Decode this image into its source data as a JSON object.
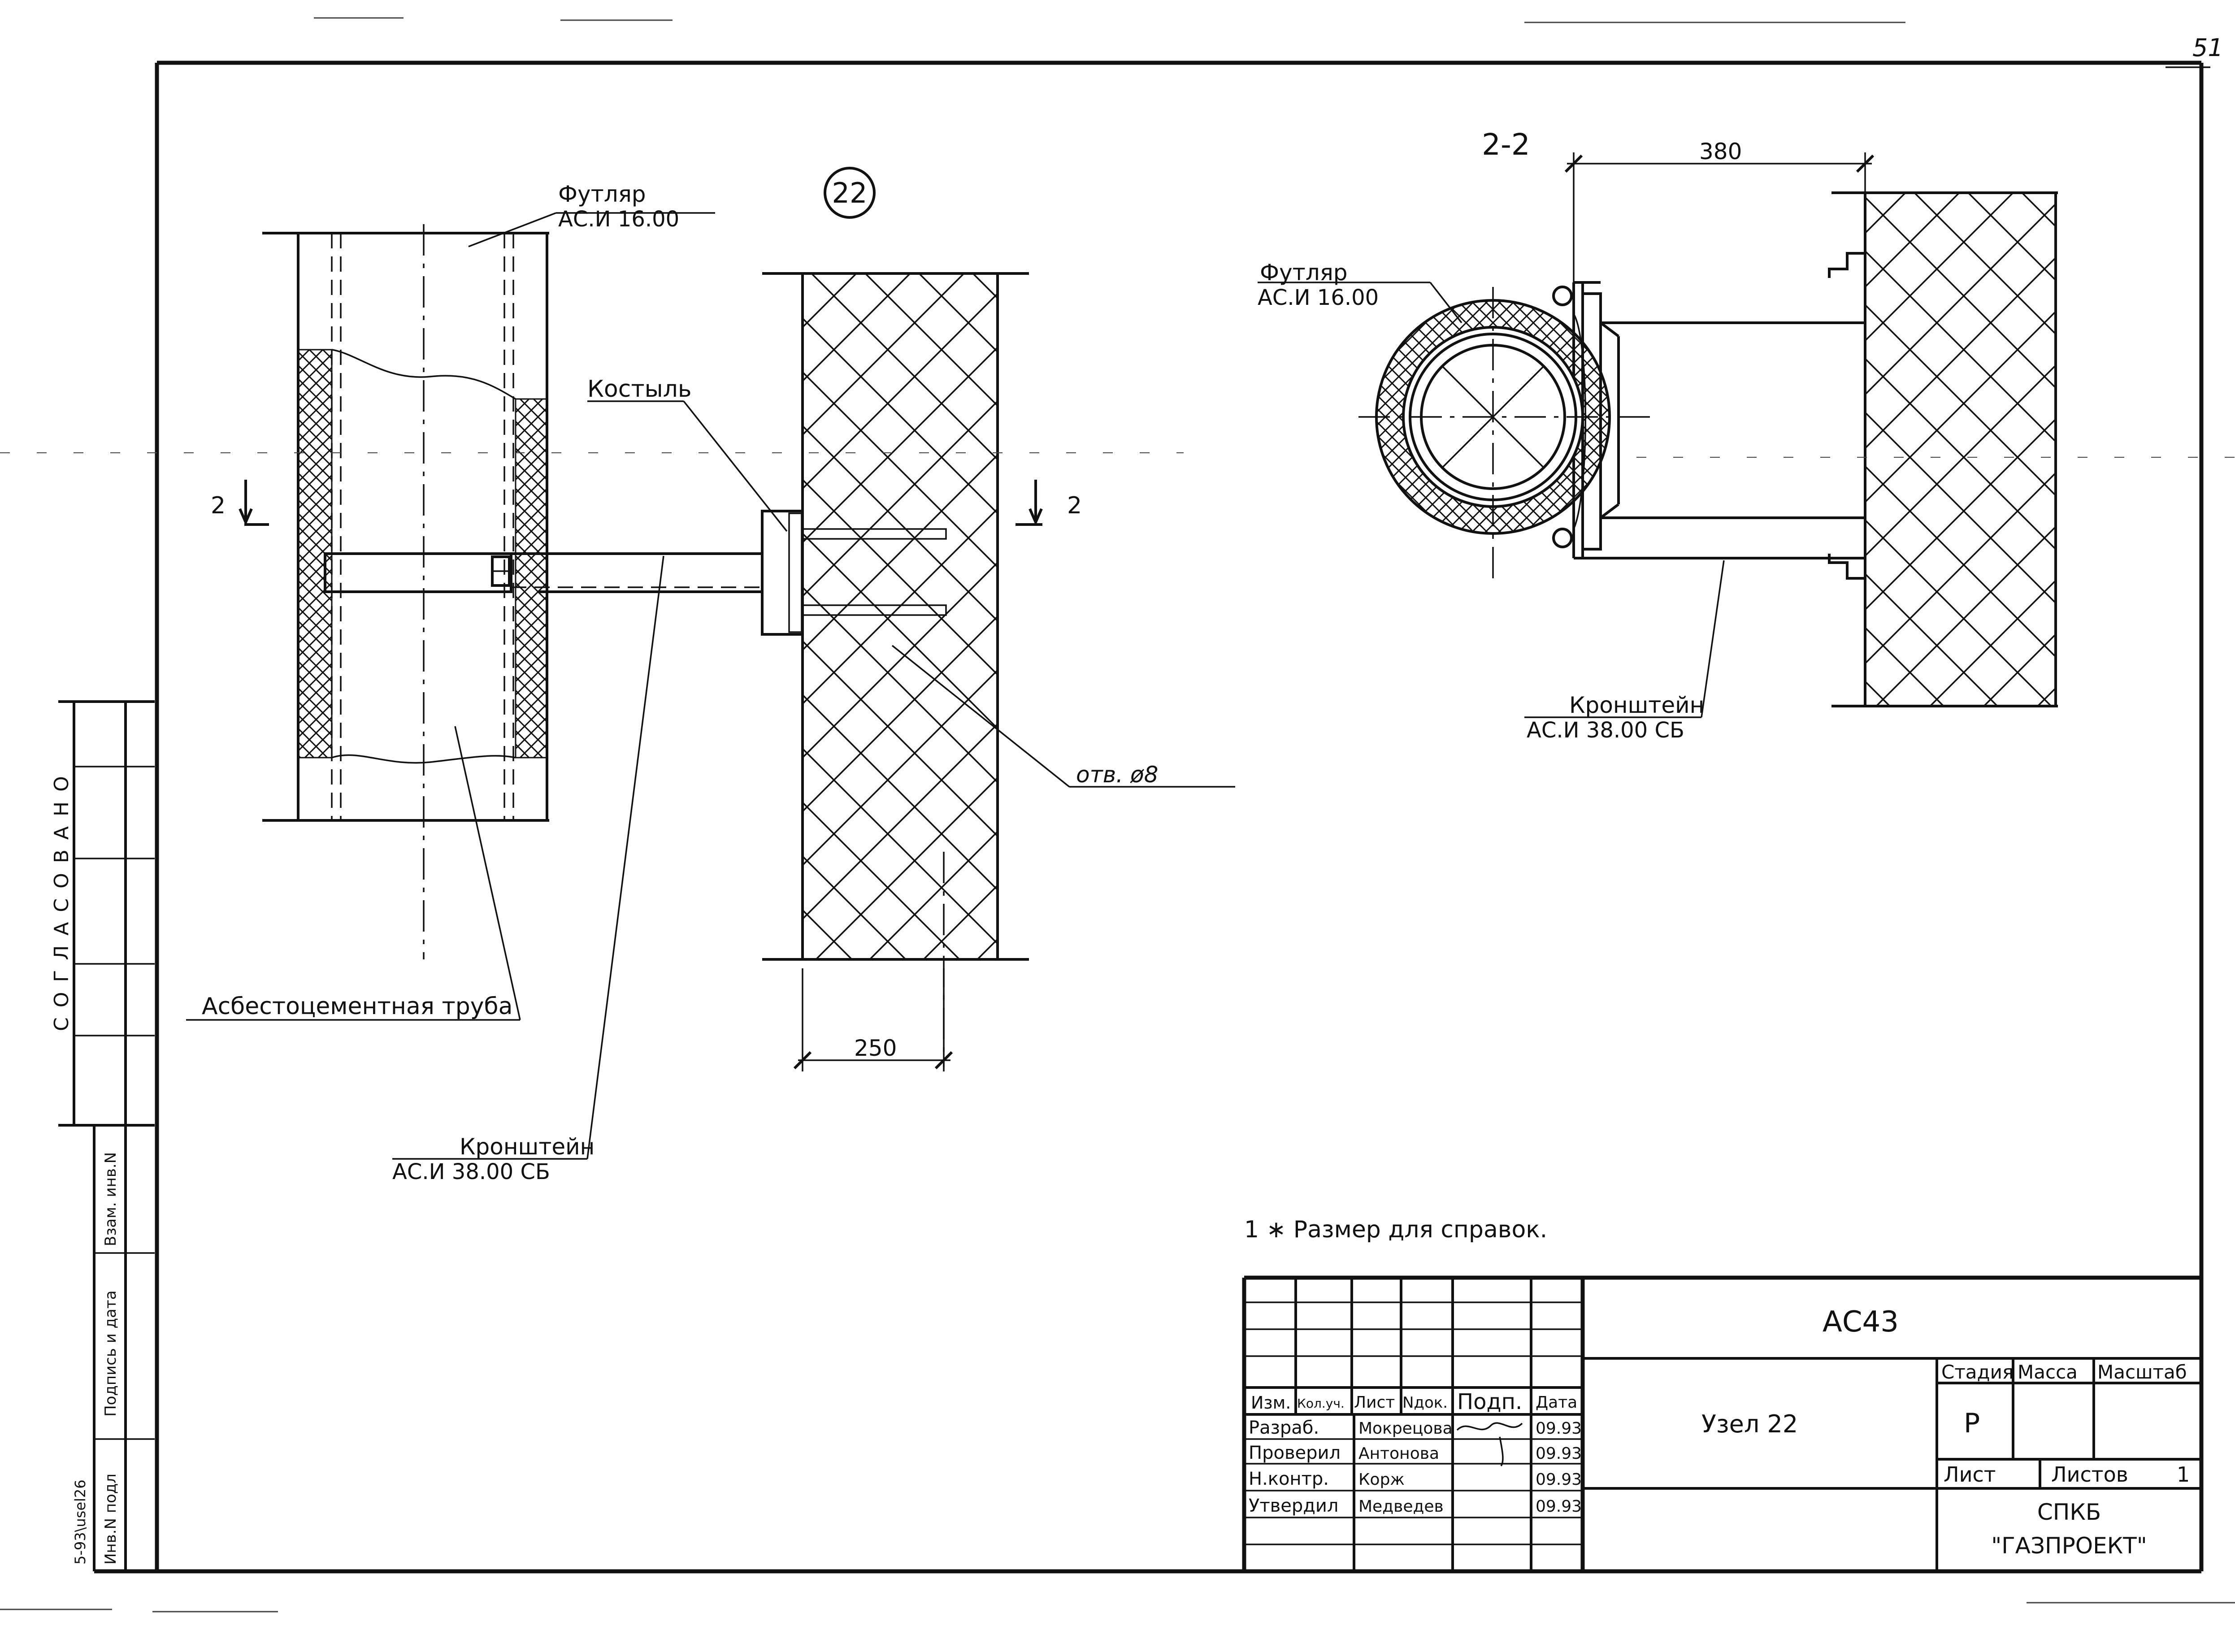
{
  "sheet_number": "51",
  "node_number": "22",
  "labels": {
    "futlyar_left": "Футляр",
    "futlyar_left_code": "АС.И 16.00",
    "kostyl": "Костыль",
    "otv": "отв. ø8",
    "asbest": "Асбестоцементная труба",
    "kronshtein_left": "Кронштейн",
    "kronshtein_left_code": "АС.И 38.00 СБ",
    "section_mark_left": "2",
    "section_mark_right": "2",
    "dim_250": "250",
    "section_title": "2-2",
    "dim_380": "380",
    "futlyar_right": "Футляр",
    "futlyar_right_code": "АС.И 16.00",
    "kronshtein_right": "Кронштейн",
    "kronshtein_right_code": "АС.И 38.00 СБ",
    "note": "1 ∗ Размер для справок."
  },
  "side_stamp": {
    "soglasovano": "СОГЛАСОВАНО",
    "vzam_inv": "Взам. инв.N",
    "podpis_data": "Подпись и дата",
    "inv_podl": "Инв.N подл",
    "file_ref": "5-93\\usel26"
  },
  "title_block": {
    "doc_code": "АС43",
    "title": "Узел 22",
    "header": {
      "izm": "Изм.",
      "kol": "Кол.уч.",
      "list": "Лист",
      "ndok": "Nдок.",
      "podp": "Подп.",
      "data": "Дата"
    },
    "rows": [
      {
        "role": "Разраб.",
        "name": "Мокрецова",
        "date": "09.93"
      },
      {
        "role": "Проверил",
        "name": "Антонова",
        "date": "09.93"
      },
      {
        "role": "Н.контр.",
        "name": "Корж",
        "date": "09.93"
      },
      {
        "role": "Утвердил",
        "name": "Медведев",
        "date": "09.93"
      }
    ],
    "stage_label": "Стадия",
    "mass_label": "Масса",
    "scale_label": "Масштаб",
    "stage_value": "Р",
    "sheet_label": "Лист",
    "sheets_label": "Листов",
    "sheets_value": "1",
    "org_line1": "СПКБ",
    "org_line2": "\"ГАЗПРОЕКТ\""
  }
}
